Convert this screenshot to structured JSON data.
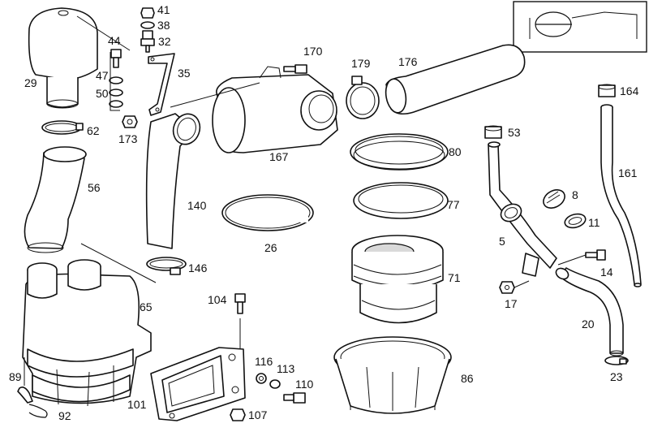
{
  "labels": {
    "l41": "41",
    "l38": "38",
    "l32": "32",
    "l44": "44",
    "l47": "47",
    "l50": "50",
    "l35": "35",
    "l29": "29",
    "l62": "62",
    "l173": "173",
    "l56": "56",
    "l170": "170",
    "l179": "179",
    "l176": "176",
    "l167": "167",
    "l164": "164",
    "l53": "53",
    "l80": "80",
    "l161": "161",
    "l140": "140",
    "l77": "77",
    "l8": "8",
    "l11": "11",
    "l26": "26",
    "l5": "5",
    "l14": "14",
    "l71": "71",
    "l146": "146",
    "l17": "17",
    "l104": "104",
    "l65": "65",
    "l20": "20",
    "l116": "116",
    "l113": "113",
    "l110": "110",
    "l89": "89",
    "l86": "86",
    "l23": "23",
    "l101": "101",
    "l92": "92",
    "l107": "107"
  },
  "icons": {
    "vehicle_inset": "car-silhouette-icon"
  }
}
